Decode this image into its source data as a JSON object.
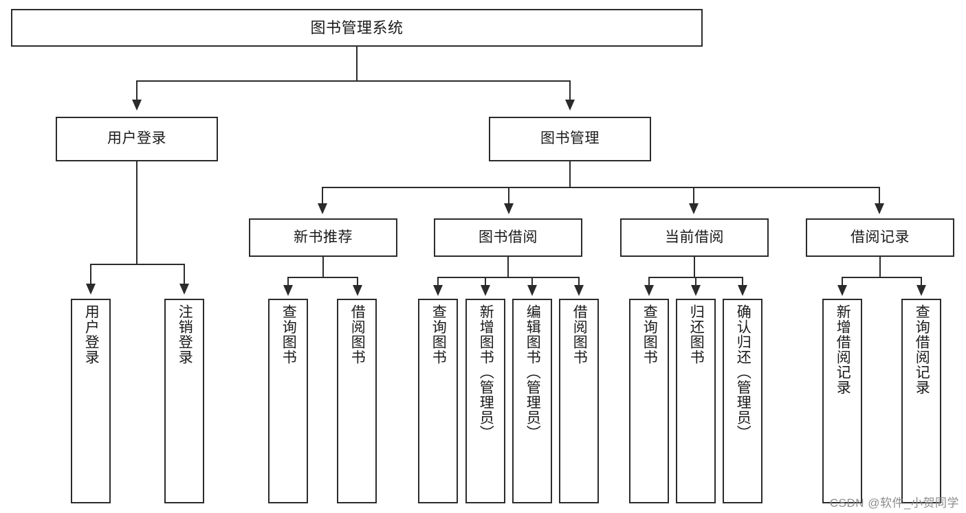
{
  "diagram": {
    "type": "tree",
    "title": "图书管理系统",
    "root": {
      "label": "图书管理系统"
    },
    "level2": [
      {
        "label": "用户登录"
      },
      {
        "label": "图书管理"
      }
    ],
    "level3": [
      {
        "label": "新书推荐"
      },
      {
        "label": "图书借阅"
      },
      {
        "label": "当前借阅"
      },
      {
        "label": "借阅记录"
      }
    ],
    "leaves": {
      "user_login": [
        {
          "label": "用户登录"
        },
        {
          "label": "注销登录"
        }
      ],
      "new_book_recommend": [
        {
          "label": "查询图书"
        },
        {
          "label": "借阅图书"
        }
      ],
      "book_borrow": [
        {
          "label": "查询图书"
        },
        {
          "label": "新增图书（管理员）"
        },
        {
          "label": "编辑图书（管理员）"
        },
        {
          "label": "借阅图书"
        }
      ],
      "current_borrow": [
        {
          "label": "查询图书"
        },
        {
          "label": "归还图书"
        },
        {
          "label": "确认归还（管理员）"
        }
      ],
      "borrow_record": [
        {
          "label": "新增借阅记录"
        },
        {
          "label": "查询借阅记录"
        }
      ]
    }
  },
  "watermark": {
    "text": "CSDN @软件_小贺同学"
  },
  "colors": {
    "line": "#2b2b2b",
    "box_fill": "#ffffff",
    "text": "#1a1a1a",
    "watermark": "#8c8c8c"
  }
}
